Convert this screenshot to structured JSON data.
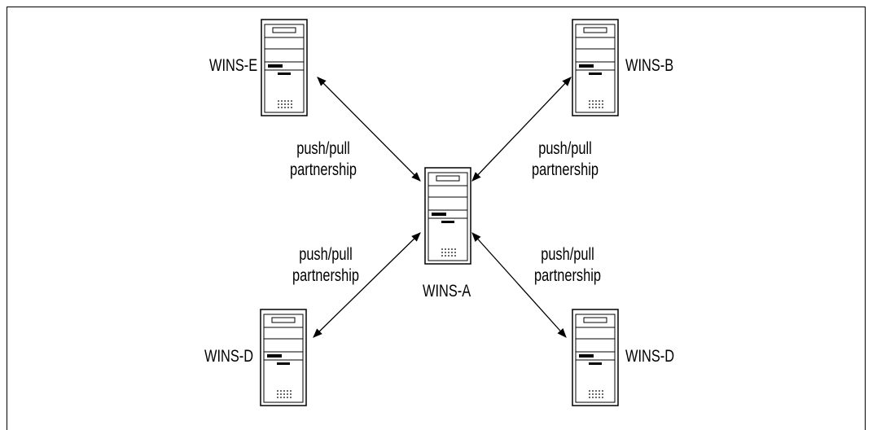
{
  "diagram": {
    "nodes": {
      "center": {
        "label": "WINS-A"
      },
      "top_left": {
        "label": "WINS-E"
      },
      "top_right": {
        "label": "WINS-B"
      },
      "bottom_left": {
        "label": "WINS-D"
      },
      "bottom_right": {
        "label": "WINS-D"
      }
    },
    "edges": {
      "top_left": {
        "line1": "push/pull",
        "line2": "partnership"
      },
      "top_right": {
        "line1": "push/pull",
        "line2": "partnership"
      },
      "bottom_left": {
        "line1": "push/pull",
        "line2": "partnership"
      },
      "bottom_right": {
        "line1": "push/pull",
        "line2": "partnership"
      }
    },
    "colors": {
      "line": "#000000",
      "server_body": "#ffffff",
      "server_outline": "#000000"
    },
    "icons": {
      "server": "server-tower-icon"
    }
  }
}
